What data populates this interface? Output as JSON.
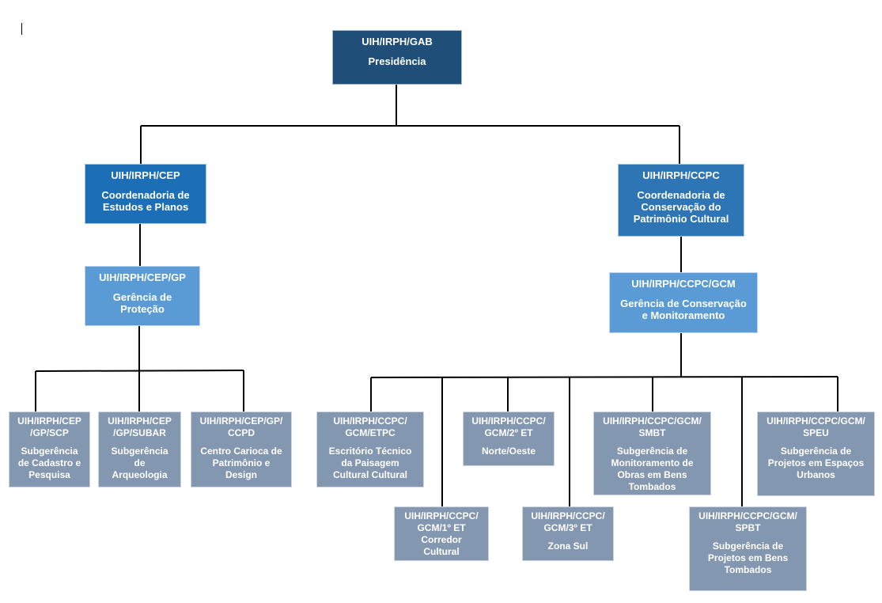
{
  "colors": {
    "level1": "#1f4e79",
    "level2": "#1c6fb7",
    "level3": "#5b9bd5",
    "level4": "#8497b0",
    "connector": "#000000"
  },
  "nodes": {
    "presidencia": {
      "code": "UIH/IRPH/GAB",
      "name": "Presidência"
    },
    "cep": {
      "code": "UIH/IRPH/CEP",
      "name": "Coordenadoria de Estudos e Planos"
    },
    "ccpc": {
      "code": "UIH/IRPH/CCPC",
      "name": "Coordenadoria de Conservação do Patrimônio Cultural"
    },
    "gp": {
      "code": "UIH/IRPH/CEP/GP",
      "name": "Gerência de Proteção"
    },
    "gcm": {
      "code": "UIH/IRPH/CCPC/GCM",
      "name": "Gerência de Conservação e Monitoramento"
    },
    "scp": {
      "code": "UIH/IRPH/CEP /GP/SCP",
      "name": "Subgerência de Cadastro e Pesquisa"
    },
    "subar": {
      "code": "UIH/IRPH/CEP /GP/SUBAR",
      "name": "Subgerência de Arqueologia"
    },
    "ccpd": {
      "code": "UIH/IRPH/CEP/GP/ CCPD",
      "name": "Centro Carioca de Patrimônio e Design"
    },
    "etpc": {
      "code": "UIH/IRPH/CCPC/ GCM/ETPC",
      "name": "Escritório Técnico da Paisagem Cultural Cultural"
    },
    "et1": {
      "code": "UIH/IRPH/CCPC/ GCM/1º ET",
      "name": "Corredor Cultural"
    },
    "et2": {
      "code": "UIH/IRPH/CCPC/ GCM/2º ET",
      "name": "Norte/Oeste"
    },
    "et3": {
      "code": "UIH/IRPH/CCPC/ GCM/3º ET",
      "name": "Zona Sul"
    },
    "smbt": {
      "code": "UIH/IRPH/CCPC/GCM/ SMBT",
      "name": "Subgerência de Monitoramento de Obras em Bens Tombados"
    },
    "spbt": {
      "code": "UIH/IRPH/CCPC/GCM/ SPBT",
      "name": "Subgerência de Projetos em Bens Tombados"
    },
    "speu": {
      "code": "UIH/IRPH/CCPC/GCM/ SPEU",
      "name": "Subgerência de Projetos em Espaços Urbanos"
    }
  }
}
